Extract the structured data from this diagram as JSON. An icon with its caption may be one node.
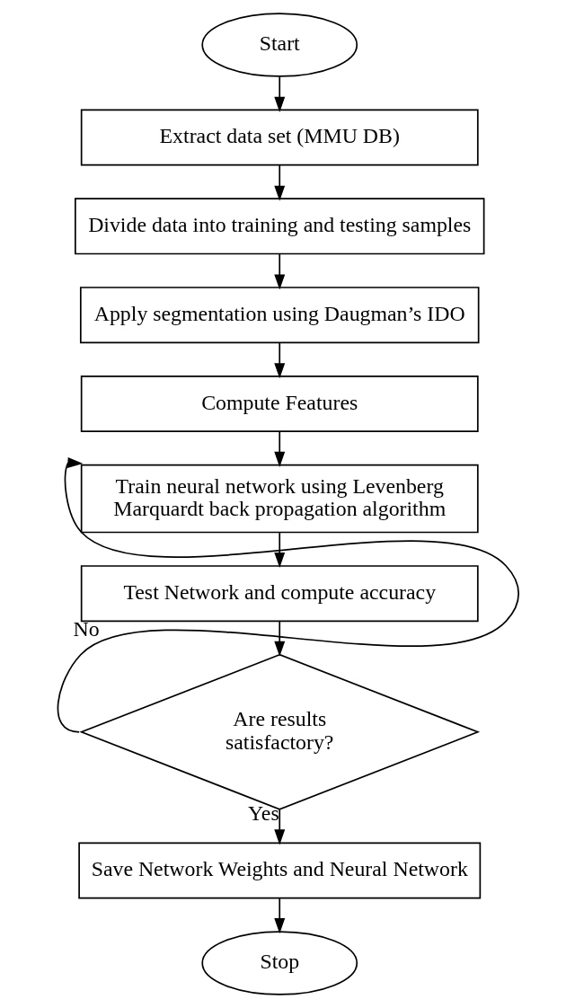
{
  "diagram": {
    "nodes": [
      {
        "text": [
          "Start"
        ]
      },
      {
        "text": [
          "Extract data set (MMU DB)"
        ]
      },
      {
        "text": [
          "Divide data into training and testing samples"
        ]
      },
      {
        "text": [
          "Apply segmentation using Daugman’s IDO"
        ]
      },
      {
        "text": [
          "Compute Features"
        ]
      },
      {
        "text": [
          "Train neural network using Levenberg Marquardt back propagation algorithm"
        ]
      },
      {
        "text": [
          "Test Network and compute accuracy"
        ]
      },
      {
        "text": [
          "Are results satisfactory?"
        ]
      },
      {
        "text": [
          "Save Network Weights and Neural Network"
        ]
      },
      {
        "text": [
          "Stop"
        ]
      }
    ],
    "edges": [
      {
        "from": 0,
        "to": 1,
        "arrow": "to"
      },
      {
        "from": 1,
        "to": 2,
        "arrow": "to"
      },
      {
        "from": 2,
        "to": 3,
        "arrow": "to"
      },
      {
        "from": 3,
        "to": 4,
        "arrow": "to"
      },
      {
        "from": 4,
        "to": 5,
        "arrow": "to"
      },
      {
        "from": 5,
        "to": 6,
        "arrow": "to"
      },
      {
        "from": 6,
        "to": 7,
        "arrow": "to"
      },
      {
        "from": 7,
        "to": 5,
        "arrow": "to",
        "label": "No"
      },
      {
        "from": 7,
        "to": 8,
        "arrow": "to",
        "label": "Yes"
      },
      {
        "from": 8,
        "to": 9,
        "arrow": "to"
      }
    ]
  }
}
